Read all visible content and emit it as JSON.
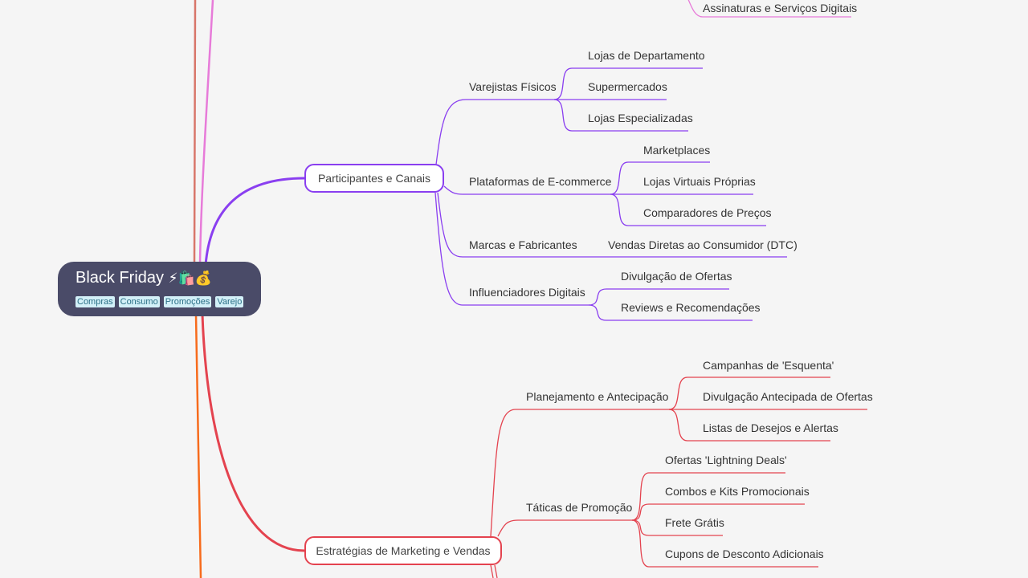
{
  "root": {
    "title": "Black Friday",
    "emoji": "⚡🛍️💰",
    "tags": [
      "Compras",
      "Consumo",
      "Promoções",
      "Varejo"
    ]
  },
  "colors": {
    "purple": "#8a3ff0",
    "red": "#e4434f",
    "pink": "#e77bd9",
    "orange": "#f76b1c",
    "brown": "#d8766a",
    "root_bg": "#4a4b68"
  },
  "top_partial": {
    "label": "Assinaturas e Serviços Digitais"
  },
  "participantes": {
    "label": "Participantes e Canais",
    "varejistas": {
      "label": "Varejistas Físicos",
      "items": [
        "Lojas de Departamento",
        "Supermercados",
        "Lojas Especializadas"
      ]
    },
    "plataformas": {
      "label": "Plataformas de E-commerce",
      "items": [
        "Marketplaces",
        "Lojas Virtuais Próprias",
        "Comparadores de Preços"
      ]
    },
    "marcas": {
      "label": "Marcas e Fabricantes",
      "items": [
        "Vendas Diretas ao Consumidor (DTC)"
      ]
    },
    "influenciadores": {
      "label": "Influenciadores Digitais",
      "items": [
        "Divulgação de Ofertas",
        "Reviews e Recomendações"
      ]
    }
  },
  "estrategias": {
    "label": "Estratégias de Marketing e Vendas",
    "planejamento": {
      "label": "Planejamento e Antecipação",
      "items": [
        "Campanhas de 'Esquenta'",
        "Divulgação Antecipada de Ofertas",
        "Listas de Desejos e Alertas"
      ]
    },
    "taticas": {
      "label": "Táticas de Promoção",
      "items": [
        "Ofertas 'Lightning Deals'",
        "Combos e Kits Promocionais",
        "Frete Grátis",
        "Cupons de Desconto Adicionais"
      ]
    }
  }
}
